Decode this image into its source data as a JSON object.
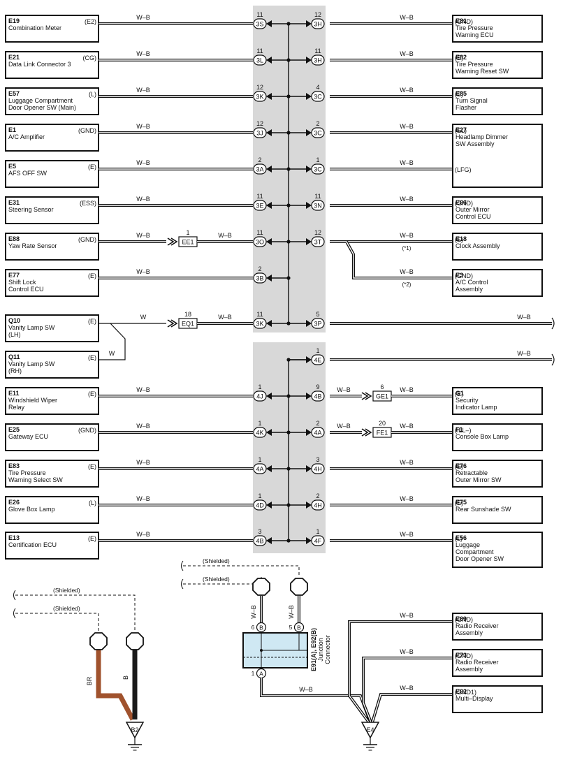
{
  "left_components": [
    {
      "code": "E19",
      "name": [
        "Combination Meter"
      ],
      "term": "(E2)",
      "wire": "W–B",
      "row": 0
    },
    {
      "code": "E21",
      "name": [
        "Data Link Connector 3"
      ],
      "term": "(CG)",
      "wire": "W–B",
      "row": 1
    },
    {
      "code": "E57",
      "name": [
        "Luggage Compartment",
        "Door Opener SW (Main)"
      ],
      "term": "(L)",
      "wire": "W–B",
      "row": 2
    },
    {
      "code": "E1",
      "name": [
        "A/C Amplifier"
      ],
      "term": "(GND)",
      "wire": "W–B",
      "row": 3
    },
    {
      "code": "E5",
      "name": [
        "AFS OFF SW"
      ],
      "term": "(E)",
      "wire": "W–B",
      "row": 4
    },
    {
      "code": "E31",
      "name": [
        "Steering Sensor"
      ],
      "term": "(ESS)",
      "wire": "W–B",
      "row": 5
    },
    {
      "code": "E88",
      "name": [
        "Yaw Rate Sensor"
      ],
      "term": "(GND)",
      "wire": "W–B",
      "row": 6
    },
    {
      "code": "E77",
      "name": [
        "Shift Lock",
        "Control ECU"
      ],
      "term": "(E)",
      "wire": "W–B",
      "row": 7
    },
    {
      "code": "Q10",
      "name": [
        "Vanity Lamp SW",
        "(LH)"
      ],
      "term": "(E)",
      "wire": "W",
      "row": 8
    },
    {
      "code": "Q11",
      "name": [
        "Vanity Lamp SW",
        "(RH)"
      ],
      "term": "(E)",
      "wire": "W",
      "row": 9
    },
    {
      "code": "E11",
      "name": [
        "Windshield Wiper",
        "Relay"
      ],
      "term": "(E)",
      "wire": "W–B",
      "row": 10
    },
    {
      "code": "E25",
      "name": [
        "Gateway ECU"
      ],
      "term": "(GND)",
      "wire": "W–B",
      "row": 11
    },
    {
      "code": "E83",
      "name": [
        "Tire Pressure",
        "Warning Select SW"
      ],
      "term": "(E)",
      "wire": "W–B",
      "row": 12
    },
    {
      "code": "E26",
      "name": [
        "Glove Box Lamp"
      ],
      "term": "(L)",
      "wire": "W–B",
      "row": 13
    },
    {
      "code": "E13",
      "name": [
        "Certification ECU"
      ],
      "term": "(E)",
      "wire": "W–B",
      "row": 14
    }
  ],
  "right_components": [
    {
      "code": "E81",
      "name": [
        "Tire Pressure",
        "Warning ECU"
      ],
      "term": "(GND)",
      "wire": "W–B",
      "note": ""
    },
    {
      "code": "E82",
      "name": [
        "Tire Pressure",
        "Warning Reset SW"
      ],
      "term": "(E)",
      "wire": "W–B",
      "note": ""
    },
    {
      "code": "E85",
      "name": [
        "Turn Signal",
        "Flasher"
      ],
      "term": "(E)",
      "wire": "W–B",
      "note": ""
    },
    {
      "code": "E27",
      "name": [
        "Headlamp Dimmer",
        "SW Assembly"
      ],
      "term": "(EL)",
      "term2": "(LFG)",
      "wire": "W–B",
      "note": ""
    },
    {
      "code": "E66",
      "name": [
        "Outer Mirror",
        "Control ECU"
      ],
      "term": "(GND)",
      "wire": "W–B",
      "note": ""
    },
    {
      "code": "E18",
      "name": [
        "Clock Assembly"
      ],
      "term": "(E)",
      "wire": "W–B",
      "note": "(*1)"
    },
    {
      "code": "E3",
      "name": [
        "A/C Control",
        "Assembly"
      ],
      "term": "(GND)",
      "wire": "W–B",
      "note": "(*2)"
    },
    {
      "code": "G1",
      "name": [
        "Security",
        "Indicator Lamp"
      ],
      "term": "(E)",
      "wire": "W–B",
      "note": ""
    },
    {
      "code": "F1",
      "name": [
        "Console Box Lamp"
      ],
      "term": "(ILL–)",
      "wire": "W–B",
      "note": ""
    },
    {
      "code": "E76",
      "name": [
        "Retractable",
        "Outer Mirror SW"
      ],
      "term": "(E)",
      "wire": "W–B",
      "note": ""
    },
    {
      "code": "E75",
      "name": [
        "Rear Sunshade SW"
      ],
      "term": "(E)",
      "wire": "W–B",
      "note": ""
    },
    {
      "code": "E56",
      "name": [
        "Luggage",
        "Compartment",
        "Door Opener SW"
      ],
      "term": "(L)",
      "wire": "W–B",
      "note": ""
    },
    {
      "code": "E69",
      "name": [
        "Radio Receiver",
        "Assembly"
      ],
      "term": "(GND)",
      "wire": "W–B",
      "note": ""
    },
    {
      "code": "E73",
      "name": [
        "Radio Receiver",
        "Assembly"
      ],
      "term": "(GND)",
      "wire": "W–B",
      "note": ""
    },
    {
      "code": "E62",
      "name": [
        "Multi–Display"
      ],
      "term": "(GND1)",
      "wire": "W–B",
      "note": ""
    }
  ],
  "left_junctions": [
    {
      "pin": "11",
      "id": "3S"
    },
    {
      "pin": "11",
      "id": "3L"
    },
    {
      "pin": "12",
      "id": "3K"
    },
    {
      "pin": "12",
      "id": "3J"
    },
    {
      "pin": "2",
      "id": "3A"
    },
    {
      "pin": "11",
      "id": "3E"
    },
    {
      "pin": "11",
      "id": "3O"
    },
    {
      "pin": "2",
      "id": "3B"
    },
    {
      "pin": "11",
      "id": "3K"
    },
    {
      "pin": "1",
      "id": "4J"
    },
    {
      "pin": "1",
      "id": "4K"
    },
    {
      "pin": "1",
      "id": "4A"
    },
    {
      "pin": "1",
      "id": "4D"
    },
    {
      "pin": "3",
      "id": "4B"
    }
  ],
  "right_junctions": [
    {
      "pin": "12",
      "id": "3H"
    },
    {
      "pin": "11",
      "id": "3H"
    },
    {
      "pin": "4",
      "id": "3C"
    },
    {
      "pin": "2",
      "id": "3C"
    },
    {
      "pin": "1",
      "id": "3C"
    },
    {
      "pin": "11",
      "id": "3N"
    },
    {
      "pin": "12",
      "id": "3T"
    },
    {
      "pin": "5",
      "id": "3P"
    },
    {
      "pin": "1",
      "id": "4E"
    },
    {
      "pin": "9",
      "id": "4B"
    },
    {
      "pin": "2",
      "id": "4A"
    },
    {
      "pin": "3",
      "id": "4H"
    },
    {
      "pin": "2",
      "id": "4H"
    },
    {
      "pin": "1",
      "id": "4F"
    }
  ],
  "inline_connectors": [
    {
      "pin": "1",
      "id": "EE1",
      "wire_after": "W–B"
    },
    {
      "pin": "18",
      "id": "EQ1",
      "wire_after": "W–B"
    },
    {
      "pin": "6",
      "id": "GE1"
    },
    {
      "pin": "20",
      "id": "FE1"
    }
  ],
  "misc_wires": {
    "q11_wire": "W",
    "row9_right": "W–B",
    "row4e_right": "W–B"
  },
  "shielded_label": "(Shielded)",
  "junction_connector": {
    "label_lines": [
      "E91(A), E92(B)",
      "Junction",
      "Connector"
    ],
    "pins": [
      {
        "pin": "6",
        "letter": "B"
      },
      {
        "pin": "5",
        "letter": "B"
      },
      {
        "pin": "1",
        "letter": "A"
      }
    ],
    "wire1": "W–B",
    "wire2": "W–B",
    "wire_out": "W–B"
  },
  "grounds": [
    {
      "id": "B2",
      "wires": [
        "BR",
        "B"
      ]
    },
    {
      "id": "E4"
    }
  ],
  "colors": {
    "line": "#111111",
    "panel": "#d8d8d8",
    "connector_fill": "#cfe8f3",
    "brown": "#a0522d"
  }
}
